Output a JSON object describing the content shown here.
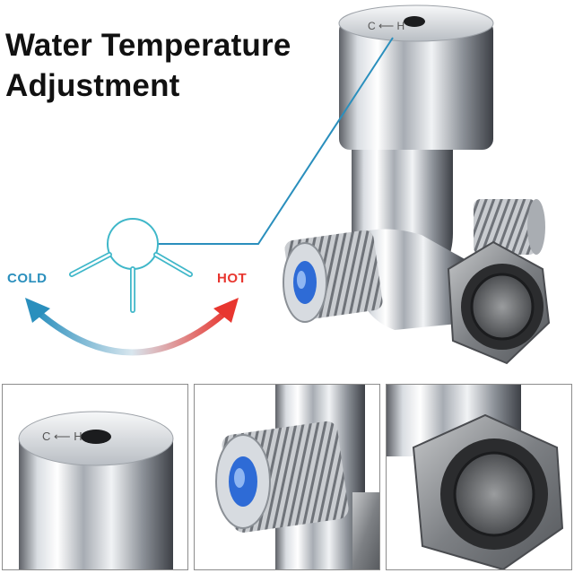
{
  "headline": {
    "line1": "Water Temperature",
    "line2": "Adjustment"
  },
  "diagram": {
    "cold_label": "COLD",
    "hot_label": "HOT",
    "colors": {
      "cold": "#2a8fbd",
      "hot": "#e8362f",
      "leader_line": "#2a8fbd",
      "dial_outline": "#3fb7c9"
    }
  },
  "product": {
    "cap_marking": "C ⟵ H"
  },
  "icons": [
    "dial-icon",
    "curved-arrow-icon"
  ]
}
